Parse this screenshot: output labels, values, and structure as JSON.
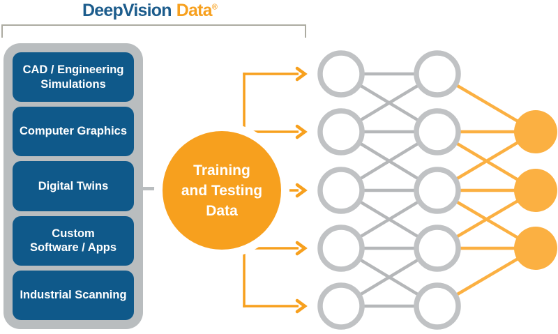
{
  "logo": {
    "name_blue": "DeepVision",
    "name_orange": "Data",
    "registered": "®"
  },
  "sources": {
    "items": [
      {
        "label": "CAD / Engineering\nSimulations"
      },
      {
        "label": "Computer Graphics"
      },
      {
        "label": "Digital Twins"
      },
      {
        "label": "Custom\nSoftware / Apps"
      },
      {
        "label": "Industrial Scanning"
      }
    ]
  },
  "hub": {
    "label": "Training\nand Testing\nData"
  },
  "network": {
    "input_count": 5,
    "hidden_count": 5,
    "output_count": 3
  },
  "colors": {
    "brand_blue": "#1C5C8C",
    "box_blue": "#0F598A",
    "accent_orange": "#F7A01E",
    "node_orange": "#FBB042",
    "panel_gray": "#B9BDBF",
    "line_gray": "#B5B7B9",
    "node_ring_gray": "#C0C2C4",
    "bracket_gray": "#ACABA1"
  }
}
